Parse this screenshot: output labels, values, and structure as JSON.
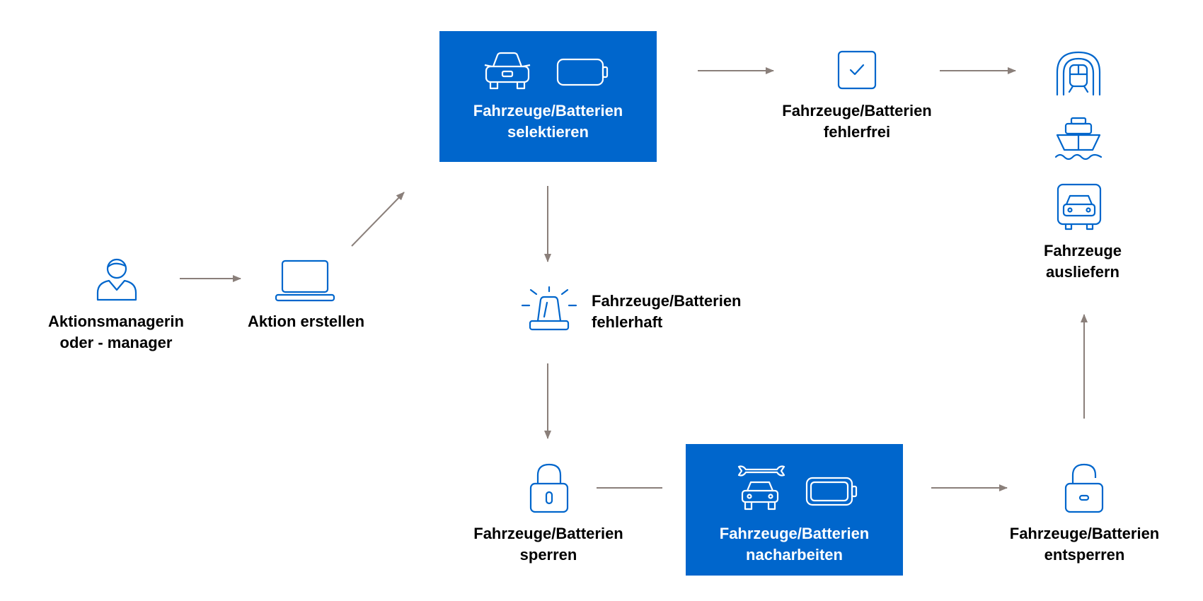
{
  "colors": {
    "accent": "#0066cc",
    "arrow": "#8a7f7a",
    "text": "#000000",
    "box_text": "#ffffff"
  },
  "nodes": {
    "manager": {
      "icon": "person-icon",
      "line1": "Aktionsmanagerin",
      "line2": "oder - manager"
    },
    "create": {
      "icon": "laptop-icon",
      "line1": "Aktion erstellen"
    },
    "select": {
      "icons": [
        "car-icon",
        "battery-icon"
      ],
      "line1": "Fahrzeuge/Batterien",
      "line2": "selektieren"
    },
    "ok": {
      "icon": "checkbox-icon",
      "line1": "Fahrzeuge/Batterien",
      "line2": "fehlerfrei"
    },
    "deliver": {
      "icons": [
        "train-icon",
        "ship-icon",
        "truck-icon"
      ],
      "line1": "Fahrzeuge",
      "line2": "ausliefern"
    },
    "faulty": {
      "icon": "alarm-light-icon",
      "line1": "Fahrzeuge/Batterien",
      "line2": "fehlerhaft"
    },
    "lock": {
      "icon": "lock-icon",
      "line1": "Fahrzeuge/Batterien",
      "line2": "sperren"
    },
    "rework": {
      "icons": [
        "wrench-car-icon",
        "battery-charged-icon"
      ],
      "line1": "Fahrzeuge/Batterien",
      "line2": "nacharbeiten"
    },
    "unlock": {
      "icon": "unlock-icon",
      "line1": "Fahrzeuge/Batterien",
      "line2": "entsperren"
    }
  }
}
